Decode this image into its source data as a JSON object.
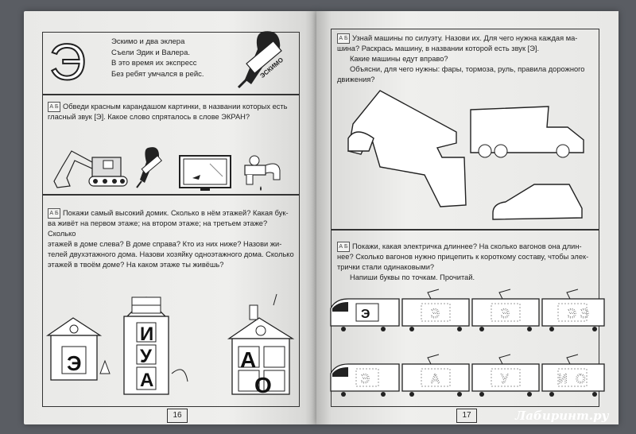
{
  "left_page": {
    "poem": [
      "Эскимо и два эклера",
      "Съели Эдик и Валера.",
      "В это время их экспресс",
      "Без ребят умчался в рейс."
    ],
    "big_letter": "Э",
    "icecream_label": "ЭСКИМО",
    "task1": [
      "Обведи красным карандашом картинки, в названии которых есть",
      "гласный звук [Э]. Какое слово спряталось в слове ЭКРАН?"
    ],
    "task2": [
      "Покажи самый высокий домик. Сколько в нём этажей? Какая бук-",
      "ва живёт на первом этаже; на втором этаже; на третьем этаже? Сколько",
      "этажей в доме слева? В доме справа? Кто из них ниже? Назови жи-",
      "телей двухэтажного дома. Назови хозяйку одноэтажного дома. Сколько",
      "этажей в твоём доме? На каком этаже ты живёшь?"
    ],
    "house_small_letter": "Э",
    "house_tall_letters": [
      "И",
      "У",
      "А"
    ],
    "house_mid_letters": [
      "А",
      "О"
    ],
    "page_number": "16"
  },
  "right_page": {
    "task1": [
      "Узнай машины по силуэту. Назови их. Для чего нужна каждая ма-",
      "шина? Раскрась машину, в названии которой есть звук [Э].",
      "Какие машины едут вправо?",
      "Объясни, для чего нужны: фары, тормоза, руль, правила дорожного",
      "движения?"
    ],
    "task2": [
      "Покажи, какая электричка длиннее? На сколько вагонов она длин-",
      "нее? Сколько вагонов нужно прицепить к короткому составу, чтобы элек-",
      "трички стали одинаковыми?",
      "Напиши буквы по точкам. Прочитай."
    ],
    "train1_letters": [
      "Э",
      "Э",
      "Э",
      "Э",
      "Э"
    ],
    "train2_letters": [
      "Э",
      "А",
      "У",
      "И",
      "О"
    ],
    "page_number": "17"
  },
  "watermark": "Лабиринт.ру",
  "icon_label": "А Б"
}
